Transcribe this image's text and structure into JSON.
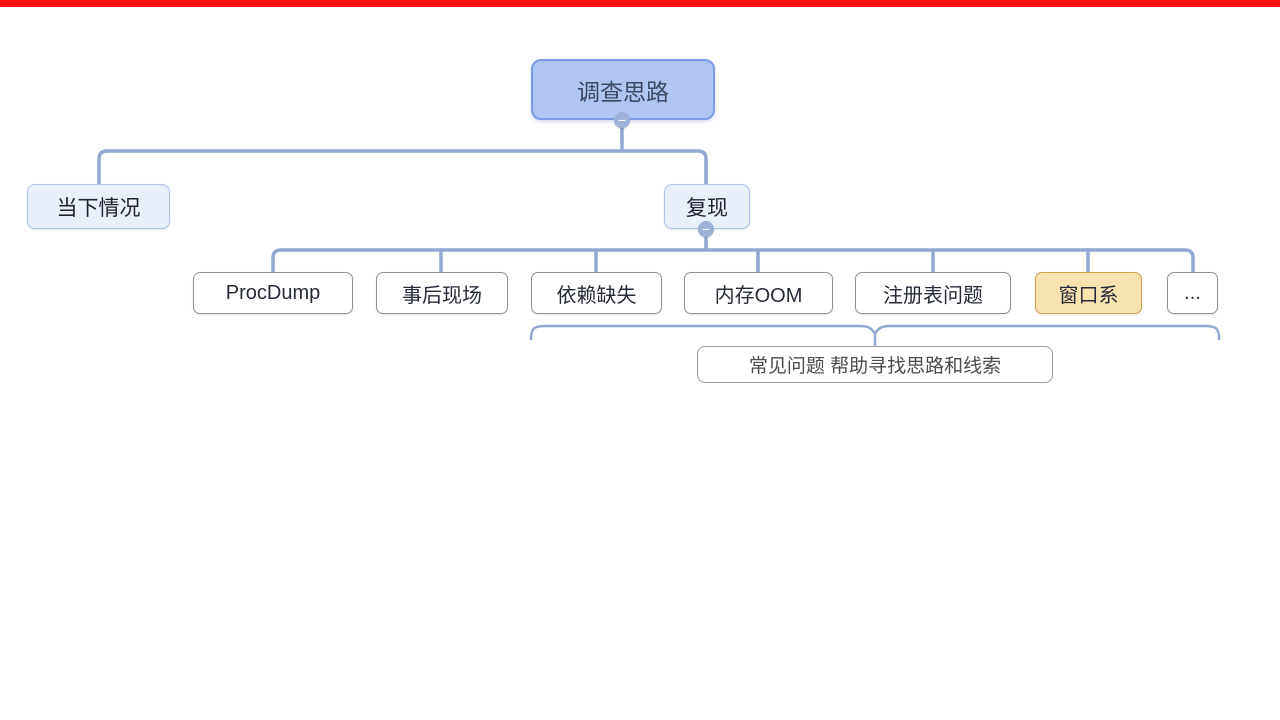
{
  "top_bar": {
    "color": "#fb0f0f"
  },
  "mindmap": {
    "root": {
      "label": "调查思路"
    },
    "children": [
      {
        "label": "当下情况"
      },
      {
        "label": "复现",
        "children": [
          {
            "label": "ProcDump"
          },
          {
            "label": "事后现场"
          },
          {
            "label": "依赖缺失"
          },
          {
            "label": "内存OOM"
          },
          {
            "label": "注册表问题"
          },
          {
            "label": "窗口系",
            "highlighted": true
          },
          {
            "label": "..."
          }
        ]
      }
    ],
    "summary": {
      "label": "常见问题 帮助寻找思路和线索"
    },
    "collapse_icon": "−",
    "colors": {
      "root_fill": "#aec6f1",
      "root_border": "#7d9ce6",
      "level2_fill": "#e9f0fc",
      "level2_border": "#aec3ec",
      "level3_fill": "#ffffff",
      "level3_border": "#8f9298",
      "highlight_fill": "#f8e3b0",
      "highlight_border": "#d5a04b",
      "connector": "#94a8d4",
      "topbar_red": "#fb0f0f"
    }
  }
}
